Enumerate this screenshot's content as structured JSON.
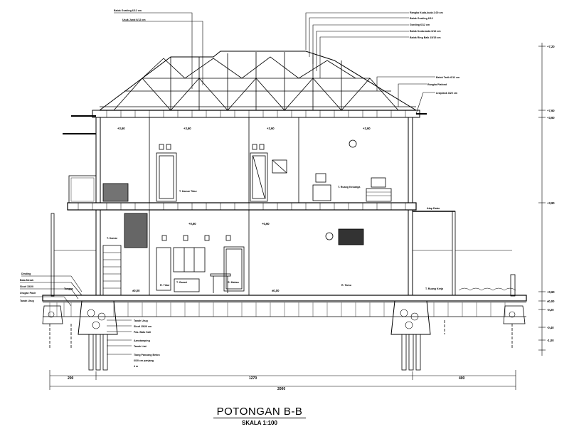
{
  "title": "POTONGAN B-B",
  "scale": "SKALA 1:100",
  "roof_labels": [
    "Balok Gording 6/12 cm",
    "Usuk Jurai 6/12 cm",
    "Rangka Kuda-kuda 2.00 cm",
    "Balok Gording 6/12",
    "Gording 6/12 cm",
    "Balok Kuda-kuda 6/12 cm",
    "Balok Ring Balk 15/15 cm",
    "Balok Tarik 6/12 cm",
    "Rangka Plafond",
    "Listplank 3/20 cm"
  ],
  "left_labels": [
    "Dinding",
    "Bata Merah",
    "Sloof 15/20",
    "Urugan Pasir",
    "Tanah Urug"
  ],
  "foundation_labels": [
    "Tanah Urug",
    "Sloof 15/20 cm",
    "Pas. Batu Kali",
    "Aanstamping",
    "Tanah Liat",
    "Tiang Pancang Beton",
    "6/30 cm panjang",
    "4 m"
  ],
  "room_labels": [
    "T. Kamar Tidur",
    "T. Ruang Keluarga",
    "T. Kamar",
    "T. Garasi",
    "R. Tamu",
    "R. Makan",
    "R. Tidur",
    "Atap Datar",
    "Tangga",
    "T. Ruang Kerja"
  ],
  "elevations": [
    "+0,60",
    "+3,60",
    "+3,90",
    "+7,20",
    "+7,60",
    "±0,00",
    "-0,20",
    "-0,40",
    "-1,00"
  ],
  "dimensions": {
    "left": "200",
    "middle": "1270",
    "right": "400",
    "total": "2000"
  },
  "colors": {
    "line": "#000000",
    "background": "#ffffff"
  }
}
